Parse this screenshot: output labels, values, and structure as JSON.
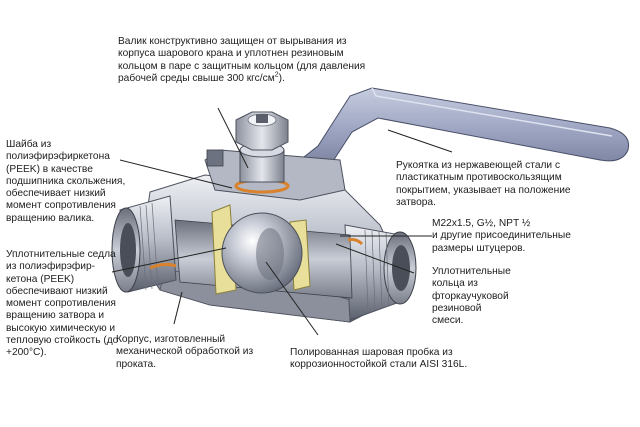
{
  "labels": {
    "stem": "Валик конструктивно защищен от вырывания из\nкорпуса шарового крана и уплотнен резиновым\nкольцом в паре с защитным кольцом (для давления\nрабочей среды свыше 300 кгс/см",
    "stem_sup": "2",
    "stem_tail": ").",
    "washer": "Шайба из\nполиэфирэфиркетона\n(PEEK) в качестве\nподшипника скольжения,\nобеспечивает низкий\nмомент сопротивления\nвращению валика.",
    "handle": "Рукоятка из нержавеющей стали с\nпластикатным противоскользящим\nпокрытием, указывает на положение\nзатвора.",
    "threads": "M22x1.5,  G½,  NPT ½\nи другие присоединительные\nразмеры штуцеров.",
    "orings": "Уплотнительные\nкольца из\nфторкаучуковой\nрезиновой\nсмеси.",
    "seats": "Уплотнительные седла\nиз полиэфирэфир-\nкетона (PEEK)\nобеспечивают низкий\nмомент сопротивления\nвращению затвора и\nвысокую химическую и\nтепловую стойкость (до\n+200°C).",
    "body": "Корпус, изготовленный\nмеханической обработкой из\nпроката.",
    "ball": "Полированная шаровая пробка из\nкоррозионностойкой стали AISI 316L."
  },
  "colors": {
    "metal_light": "#d9dce3",
    "metal_mid": "#a9aebb",
    "metal_dark": "#5d6270",
    "handle": "#9aa2c0",
    "seat": "#e8df9a",
    "oring": "#d9822b",
    "leader": "#222222"
  }
}
